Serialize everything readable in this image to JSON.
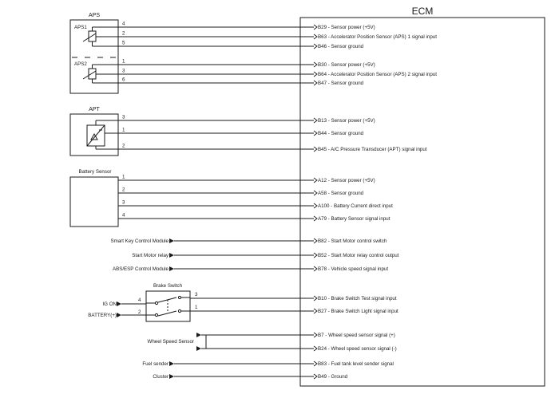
{
  "ecm": {
    "title": "ECM",
    "pins": [
      {
        "id": "B29",
        "desc": "Sensor power (+5V)"
      },
      {
        "id": "B63",
        "desc": "Accelerator Position Sensor (APS) 1 signal input"
      },
      {
        "id": "B46",
        "desc": "Sensor ground"
      },
      {
        "id": "B30",
        "desc": "Sensor power (+5V)"
      },
      {
        "id": "B64",
        "desc": "Accelerator Position Sensor (APS) 2 signal input"
      },
      {
        "id": "B47",
        "desc": "Sensor ground"
      },
      {
        "id": "B13",
        "desc": "Sensor power (+5V)"
      },
      {
        "id": "B44",
        "desc": "Sensor ground"
      },
      {
        "id": "B45",
        "desc": "A/C Pressure Transducer (APT) signal input"
      },
      {
        "id": "A12",
        "desc": "Sensor power (+5V)"
      },
      {
        "id": "A58",
        "desc": "Sensor ground"
      },
      {
        "id": "A100",
        "desc": "Battery Current direct input"
      },
      {
        "id": "A79",
        "desc": "Battery Sensor signal input"
      },
      {
        "id": "B82",
        "desc": "Start Motor control switch"
      },
      {
        "id": "B52",
        "desc": "Start Motor relay control output"
      },
      {
        "id": "B78",
        "desc": "Vehicle speed signal input"
      },
      {
        "id": "B10",
        "desc": "Brake Switch Test signal input"
      },
      {
        "id": "B27",
        "desc": "Brake Switch Light signal input"
      },
      {
        "id": "B7",
        "desc": "Wheel speed sensor signal (+)"
      },
      {
        "id": "B24",
        "desc": "Wheel speed sensor signal (-)"
      },
      {
        "id": "B83",
        "desc": "Fuel tank level sender signal"
      },
      {
        "id": "B49",
        "desc": "Ground"
      }
    ]
  },
  "aps": {
    "title": "APS",
    "sensor1": "APS1",
    "sensor2": "APS2",
    "pins": [
      "4",
      "2",
      "5",
      "1",
      "3",
      "6"
    ]
  },
  "apt": {
    "title": "APT",
    "pins": [
      "3",
      "1",
      "2"
    ]
  },
  "battery_sensor": {
    "title": "Battery Sensor",
    "pins": [
      "1",
      "2",
      "3",
      "4"
    ]
  },
  "external": {
    "smart_key": "Smart Key Control Module",
    "start_relay": "Start Motor relay",
    "abs_esp": "ABS/ESP Control Module",
    "wheel_speed": "Wheel Speed Sensor",
    "fuel_sender": "Fuel sender",
    "cluster": "Cluster"
  },
  "brake_switch": {
    "title": "Brake Switch",
    "ig_on": "IG ON",
    "battery": "BATTERY(+)",
    "pins_left": [
      "4",
      "2"
    ],
    "pins_right": [
      "3",
      "1"
    ]
  }
}
